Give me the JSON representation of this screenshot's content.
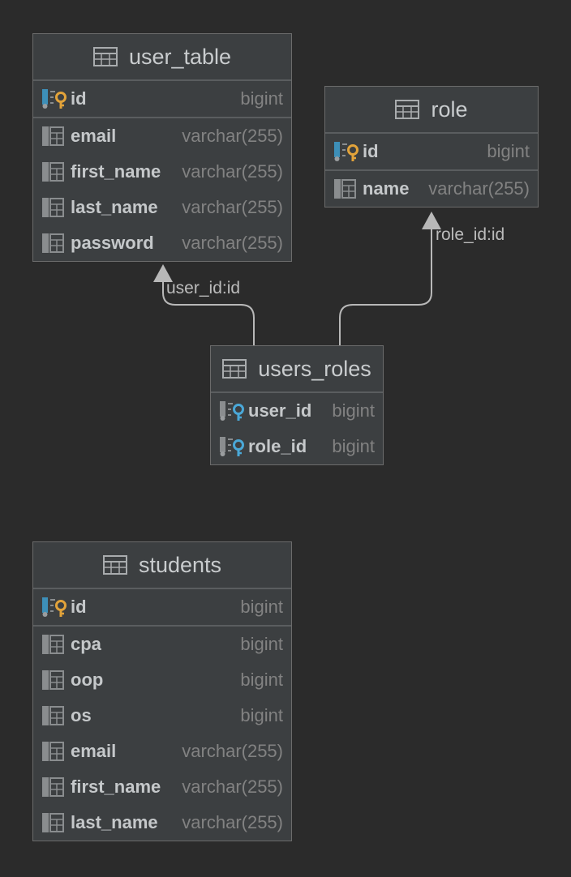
{
  "diagram": {
    "edges": [
      {
        "from": "users_roles",
        "to": "user_table",
        "label": "user_id:id"
      },
      {
        "from": "users_roles",
        "to": "role",
        "label": "role_id:id"
      }
    ],
    "tables": {
      "user_table": {
        "name": "user_table",
        "pk": [
          {
            "name": "id",
            "type": "bigint",
            "icon": "primary-key-icon"
          }
        ],
        "columns": [
          {
            "name": "email",
            "type": "varchar(255)",
            "icon": "column-icon"
          },
          {
            "name": "first_name",
            "type": "varchar(255)",
            "icon": "column-icon"
          },
          {
            "name": "last_name",
            "type": "varchar(255)",
            "icon": "column-icon"
          },
          {
            "name": "password",
            "type": "varchar(255)",
            "icon": "column-icon"
          }
        ]
      },
      "role": {
        "name": "role",
        "pk": [
          {
            "name": "id",
            "type": "bigint",
            "icon": "primary-key-icon"
          }
        ],
        "columns": [
          {
            "name": "name",
            "type": "varchar(255)",
            "icon": "column-icon"
          }
        ]
      },
      "users_roles": {
        "name": "users_roles",
        "pk": [],
        "columns": [
          {
            "name": "user_id",
            "type": "bigint",
            "icon": "foreign-key-icon"
          },
          {
            "name": "role_id",
            "type": "bigint",
            "icon": "foreign-key-icon"
          }
        ]
      },
      "students": {
        "name": "students",
        "pk": [
          {
            "name": "id",
            "type": "bigint",
            "icon": "primary-key-icon"
          }
        ],
        "columns": [
          {
            "name": "cpa",
            "type": "bigint",
            "icon": "column-icon"
          },
          {
            "name": "oop",
            "type": "bigint",
            "icon": "column-icon"
          },
          {
            "name": "os",
            "type": "bigint",
            "icon": "column-icon"
          },
          {
            "name": "email",
            "type": "varchar(255)",
            "icon": "column-icon"
          },
          {
            "name": "first_name",
            "type": "varchar(255)",
            "icon": "column-icon"
          },
          {
            "name": "last_name",
            "type": "varchar(255)",
            "icon": "column-icon"
          }
        ]
      }
    }
  },
  "colors": {
    "background": "#2b2b2b",
    "table_fill": "#3c3f41",
    "connector": "#b8b8b8",
    "pk_key": "#e2a33a",
    "fk_key": "#4aa8d8",
    "key_bar": "#3d8fb8"
  }
}
